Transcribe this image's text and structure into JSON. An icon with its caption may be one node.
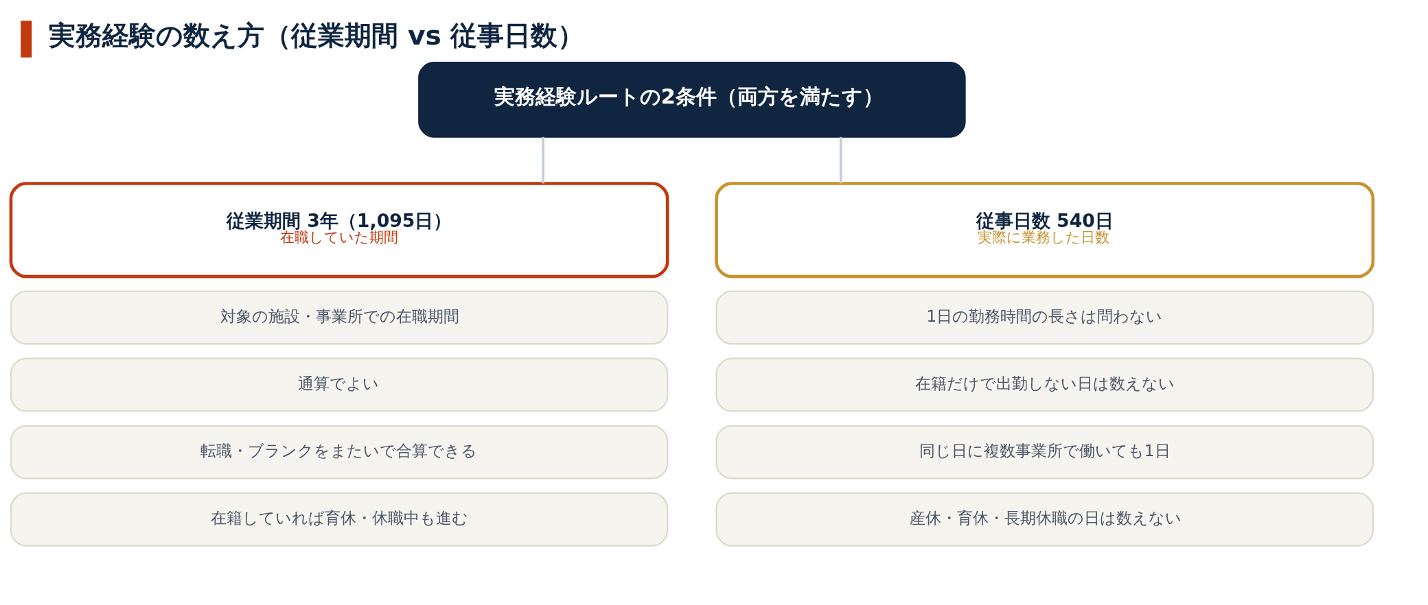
{
  "diagram": {
    "title": "実務経験の数え方（従業期間 vs 従事日数）",
    "nodes": [
      {
        "text": [
          "実務経験ルートの2条件（両方を満たす）"
        ]
      },
      {
        "text": [
          "従業期間 3年（1,095日）",
          "在職していた期間"
        ]
      },
      {
        "text": [
          "従事日数 540日",
          "実際に業務した日数"
        ]
      },
      {
        "text": [
          "対象の施設・事業所での在職期間"
        ]
      },
      {
        "text": [
          "通算でよい"
        ]
      },
      {
        "text": [
          "転職・ブランクをまたいで合算できる"
        ]
      },
      {
        "text": [
          "在籍していれば育休・休職中も進む"
        ]
      },
      {
        "text": [
          "1日の勤務時間の長さは問わない"
        ]
      },
      {
        "text": [
          "在籍だけで出勤しない日は数えない"
        ]
      },
      {
        "text": [
          "同じ日に複数事業所で働いても1日"
        ]
      },
      {
        "text": [
          "産休・育休・長期休職の日は数えない"
        ]
      }
    ],
    "edges": [
      {
        "from": 0,
        "to": 1,
        "arrow": "none"
      },
      {
        "from": 0,
        "to": 2,
        "arrow": "none"
      }
    ]
  }
}
